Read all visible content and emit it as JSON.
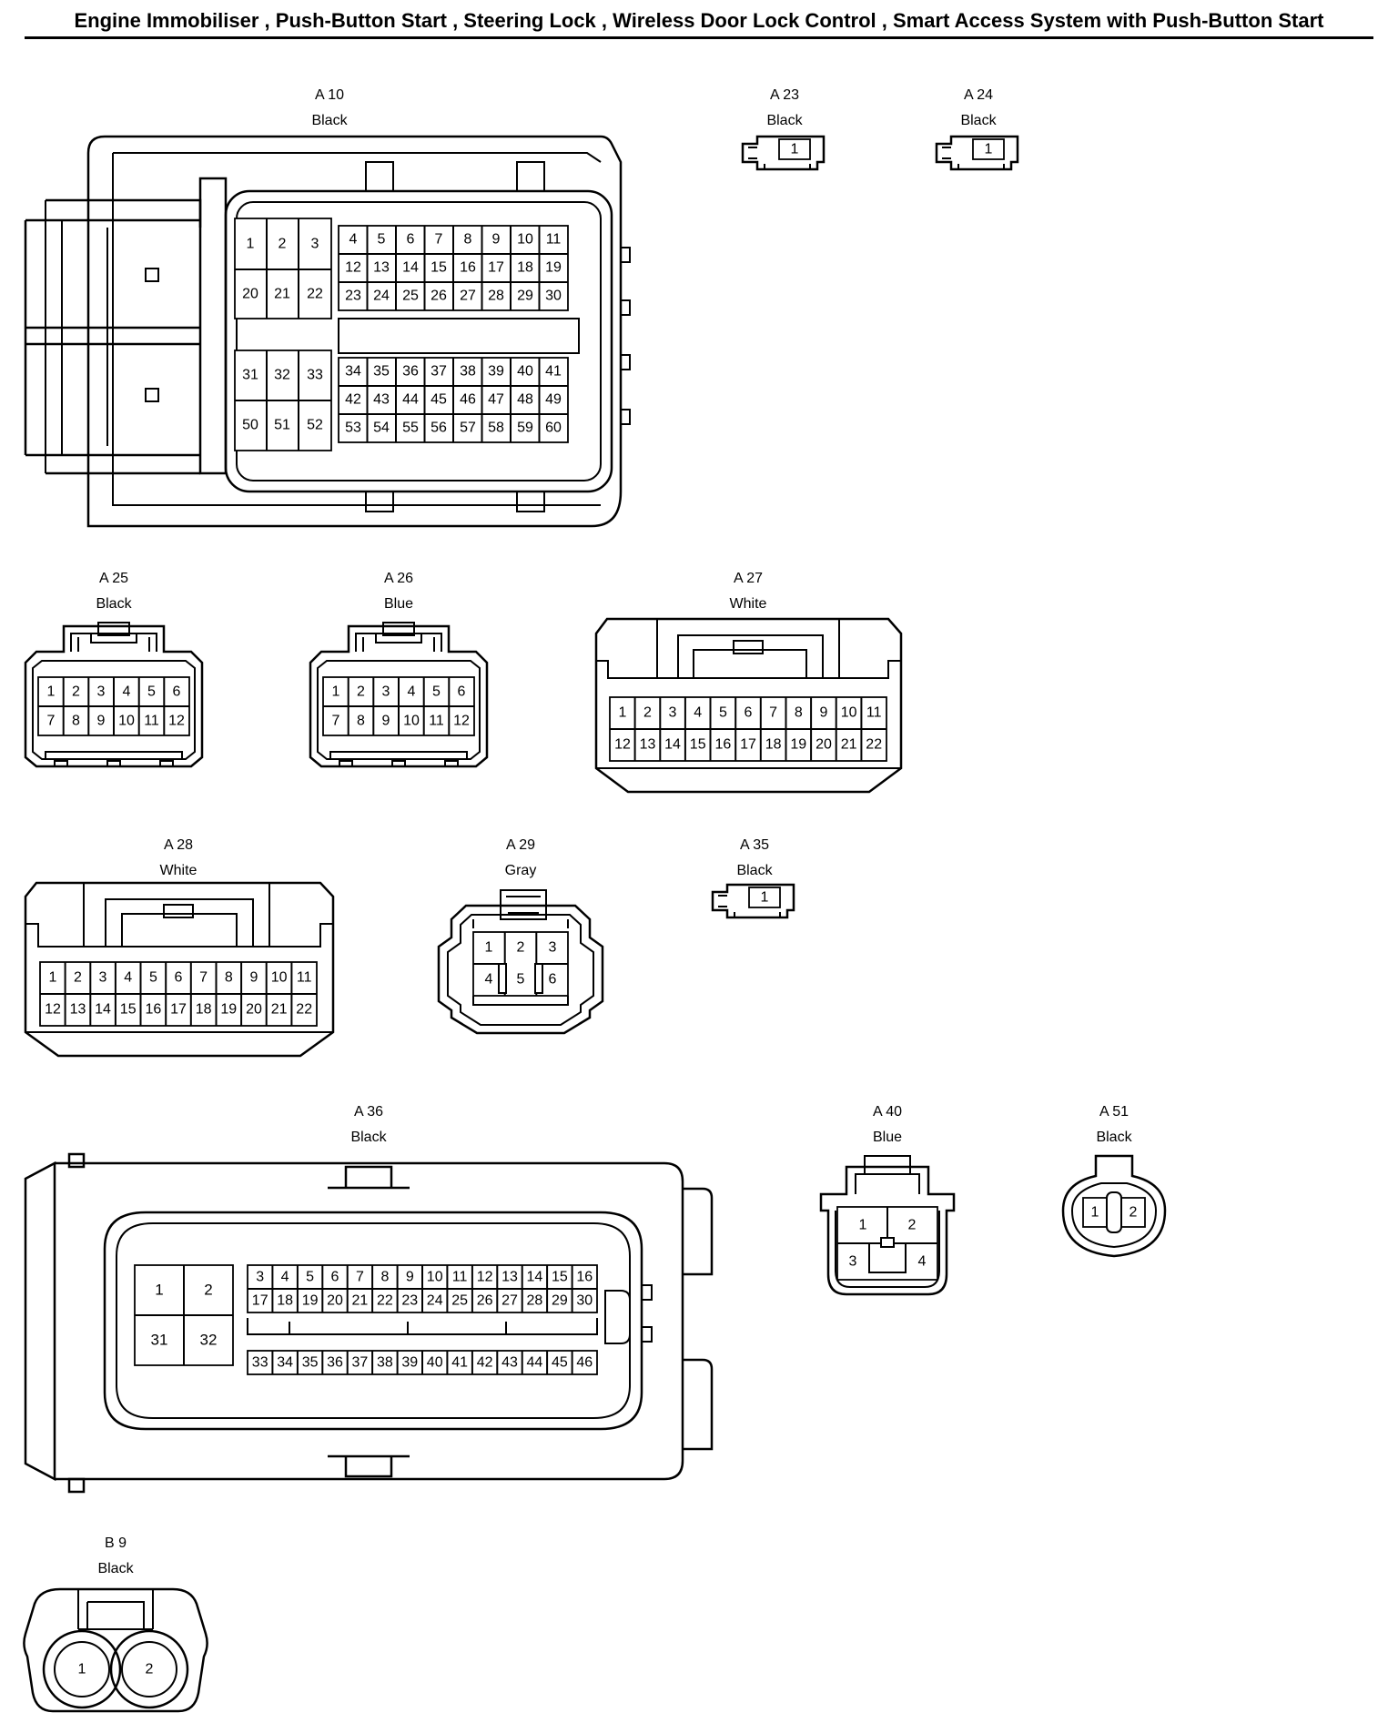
{
  "title": "Engine Immobiliser , Push-Button Start , Steering Lock , Wireless Door Lock Control , Smart Access System with Push-Button Start",
  "connectors": [
    {
      "id": "A 10",
      "color": "Black"
    },
    {
      "id": "A 23",
      "color": "Black"
    },
    {
      "id": "A 24",
      "color": "Black"
    },
    {
      "id": "A 25",
      "color": "Black"
    },
    {
      "id": "A 26",
      "color": "Blue"
    },
    {
      "id": "A 27",
      "color": "White"
    },
    {
      "id": "A 28",
      "color": "White"
    },
    {
      "id": "A 29",
      "color": "Gray"
    },
    {
      "id": "A 35",
      "color": "Black"
    },
    {
      "id": "A 36",
      "color": "Black"
    },
    {
      "id": "A 40",
      "color": "Blue"
    },
    {
      "id": "A 51",
      "color": "Black"
    },
    {
      "id": "B 9",
      "color": "Black"
    }
  ]
}
